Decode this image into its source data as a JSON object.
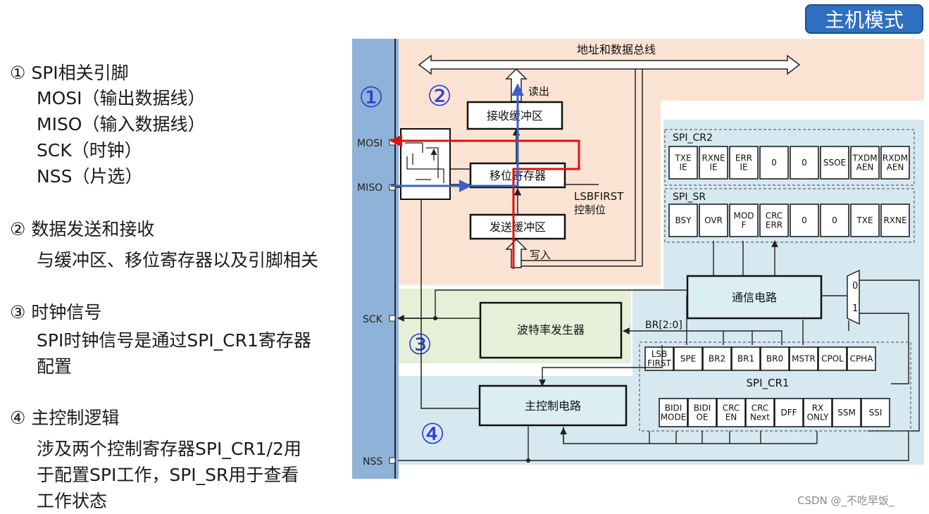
{
  "mode_badge": "主机模式",
  "watermark": "CSDN @_不吃早饭_",
  "sections": [
    {
      "title": "① SPI相关引脚",
      "lines": [
        "MOSI（输出数据线）",
        "MISO（输入数据线）",
        "SCK（时钟）",
        "NSS（片选）"
      ]
    },
    {
      "title": "② 数据发送和接收",
      "lines": [
        "与缓冲区、移位寄存器以及引脚相关"
      ]
    },
    {
      "title": "③ 时钟信号",
      "lines": [
        "SPI时钟信号是通过SPI_CR1寄存器",
        "配置"
      ]
    },
    {
      "title": "④ 主控制逻辑",
      "lines": [
        "涉及两个控制寄存器SPI_CR1/2用",
        "于配置SPI工作，SPI_SR用于查看",
        "工作状态"
      ]
    }
  ],
  "diagram": {
    "region_markers": [
      "①",
      "②",
      "③",
      "④"
    ],
    "pins": [
      "MOSI",
      "MISO",
      "SCK",
      "NSS"
    ],
    "bus_label": "地址和数据总线",
    "read_label": "读出",
    "write_label": "写入",
    "rx_buffer": "接收缓冲区",
    "shift_register": "移位寄存器",
    "tx_buffer": "发送缓冲区",
    "lsbfirst_label": [
      "LSBFIRST",
      "控制位"
    ],
    "comm_circuit": "通信电路",
    "baud_gen": "波特率发生器",
    "master_ctrl": "主控制电路",
    "br_label": "BR[2:0]",
    "mux_labels": [
      "0",
      "1"
    ],
    "cr2": {
      "name": "SPI_CR2",
      "bits": [
        [
          "TXE",
          "IE"
        ],
        [
          "RXNE",
          "IE"
        ],
        [
          "ERR",
          "IE"
        ],
        [
          "0"
        ],
        [
          "0"
        ],
        [
          "SSOE"
        ],
        [
          "TXDM",
          "AEN"
        ],
        [
          "RXDM",
          "AEN"
        ]
      ]
    },
    "sr": {
      "name": "SPI_SR",
      "bits": [
        [
          "BSY"
        ],
        [
          "OVR"
        ],
        [
          "MOD",
          "F"
        ],
        [
          "CRC",
          "ERR"
        ],
        [
          "0"
        ],
        [
          "0"
        ],
        [
          "TXE"
        ],
        [
          "RXNE"
        ]
      ]
    },
    "cr1": {
      "name": "SPI_CR1",
      "bits_top": [
        [
          "LSB",
          "FIRST"
        ],
        [
          "SPE"
        ],
        [
          "BR2"
        ],
        [
          "BR1"
        ],
        [
          "BR0"
        ],
        [
          "MSTR"
        ],
        [
          "CPOL"
        ],
        [
          "CPHA"
        ]
      ],
      "bits_bottom": [
        [
          "BIDI",
          "MODE"
        ],
        [
          "BIDI",
          "OE"
        ],
        [
          "CRC",
          "EN"
        ],
        [
          "CRC",
          "Next"
        ],
        [
          "DFF"
        ],
        [
          "RX",
          "ONLY"
        ],
        [
          "SSM"
        ],
        [
          "SSI"
        ]
      ]
    },
    "colors": {
      "pin_bar": "#8fb2d8",
      "region2": "#fbe3d3",
      "region3": "#e8efd9",
      "region4": "#d6e8f0",
      "box_fill": "#daeef3",
      "red": "#e01010",
      "blue": "#3a62c4"
    }
  }
}
